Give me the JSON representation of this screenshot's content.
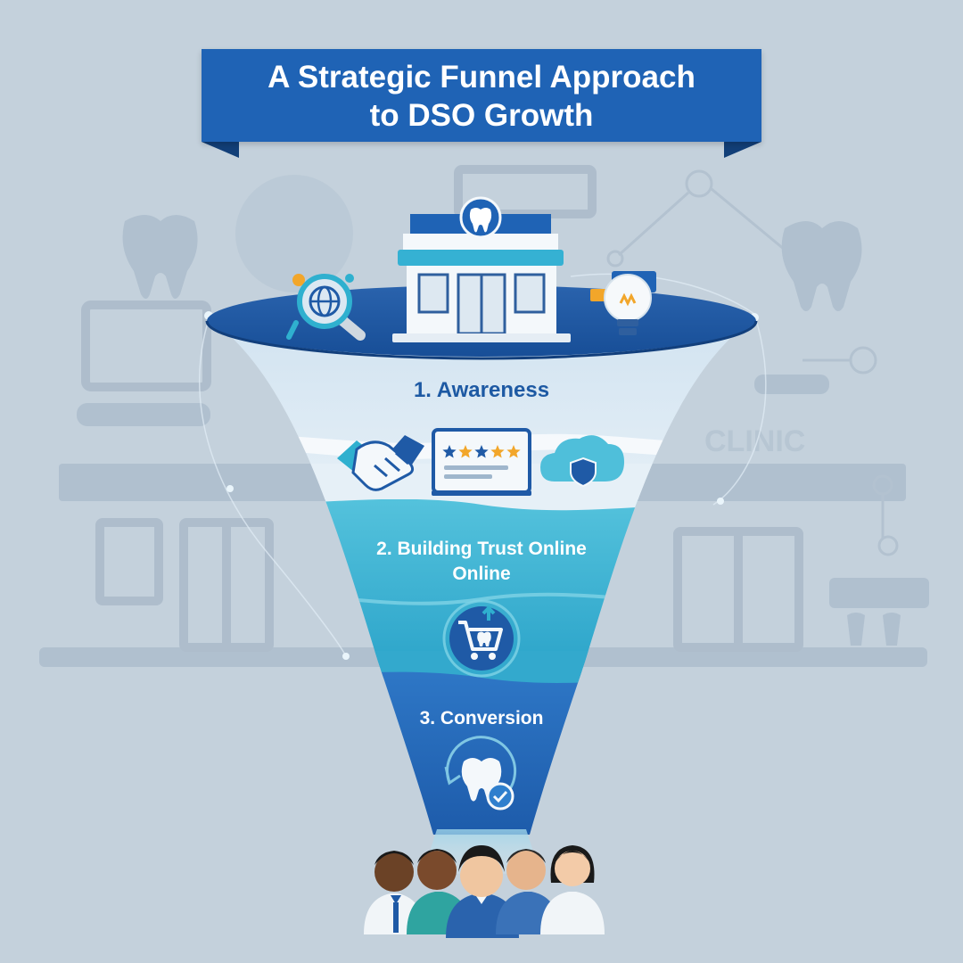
{
  "banner": {
    "title_line1": "A Strategic Funnel Approach",
    "title_line2": "to DSO Growth"
  },
  "background": {
    "sign_text": "CLINIC"
  },
  "funnel": {
    "stages": [
      {
        "label": "1. Awareness",
        "icons": [
          "handshake-icon",
          "star-rating-screen-icon",
          "cloud-shield-icon"
        ]
      },
      {
        "label_line1": "2. Building Trust Online",
        "label_line2": "Online",
        "icons": [
          "shopping-cart-tooth-icon"
        ]
      },
      {
        "label": "3. Conversion",
        "icons": [
          "tooth-check-icon"
        ]
      }
    ],
    "top_icons": [
      "magnifier-globe-icon",
      "dental-clinic-icon",
      "lightbulb-icon"
    ],
    "rating_stars": 4.5
  },
  "colors": {
    "background": "#c4d1dc",
    "banner": "#1f63b5",
    "funnel_top": "#1f5aa6",
    "awareness": "#dbe9f4",
    "trust": "#3fb5d3",
    "conversion": "#2b6fc0"
  }
}
